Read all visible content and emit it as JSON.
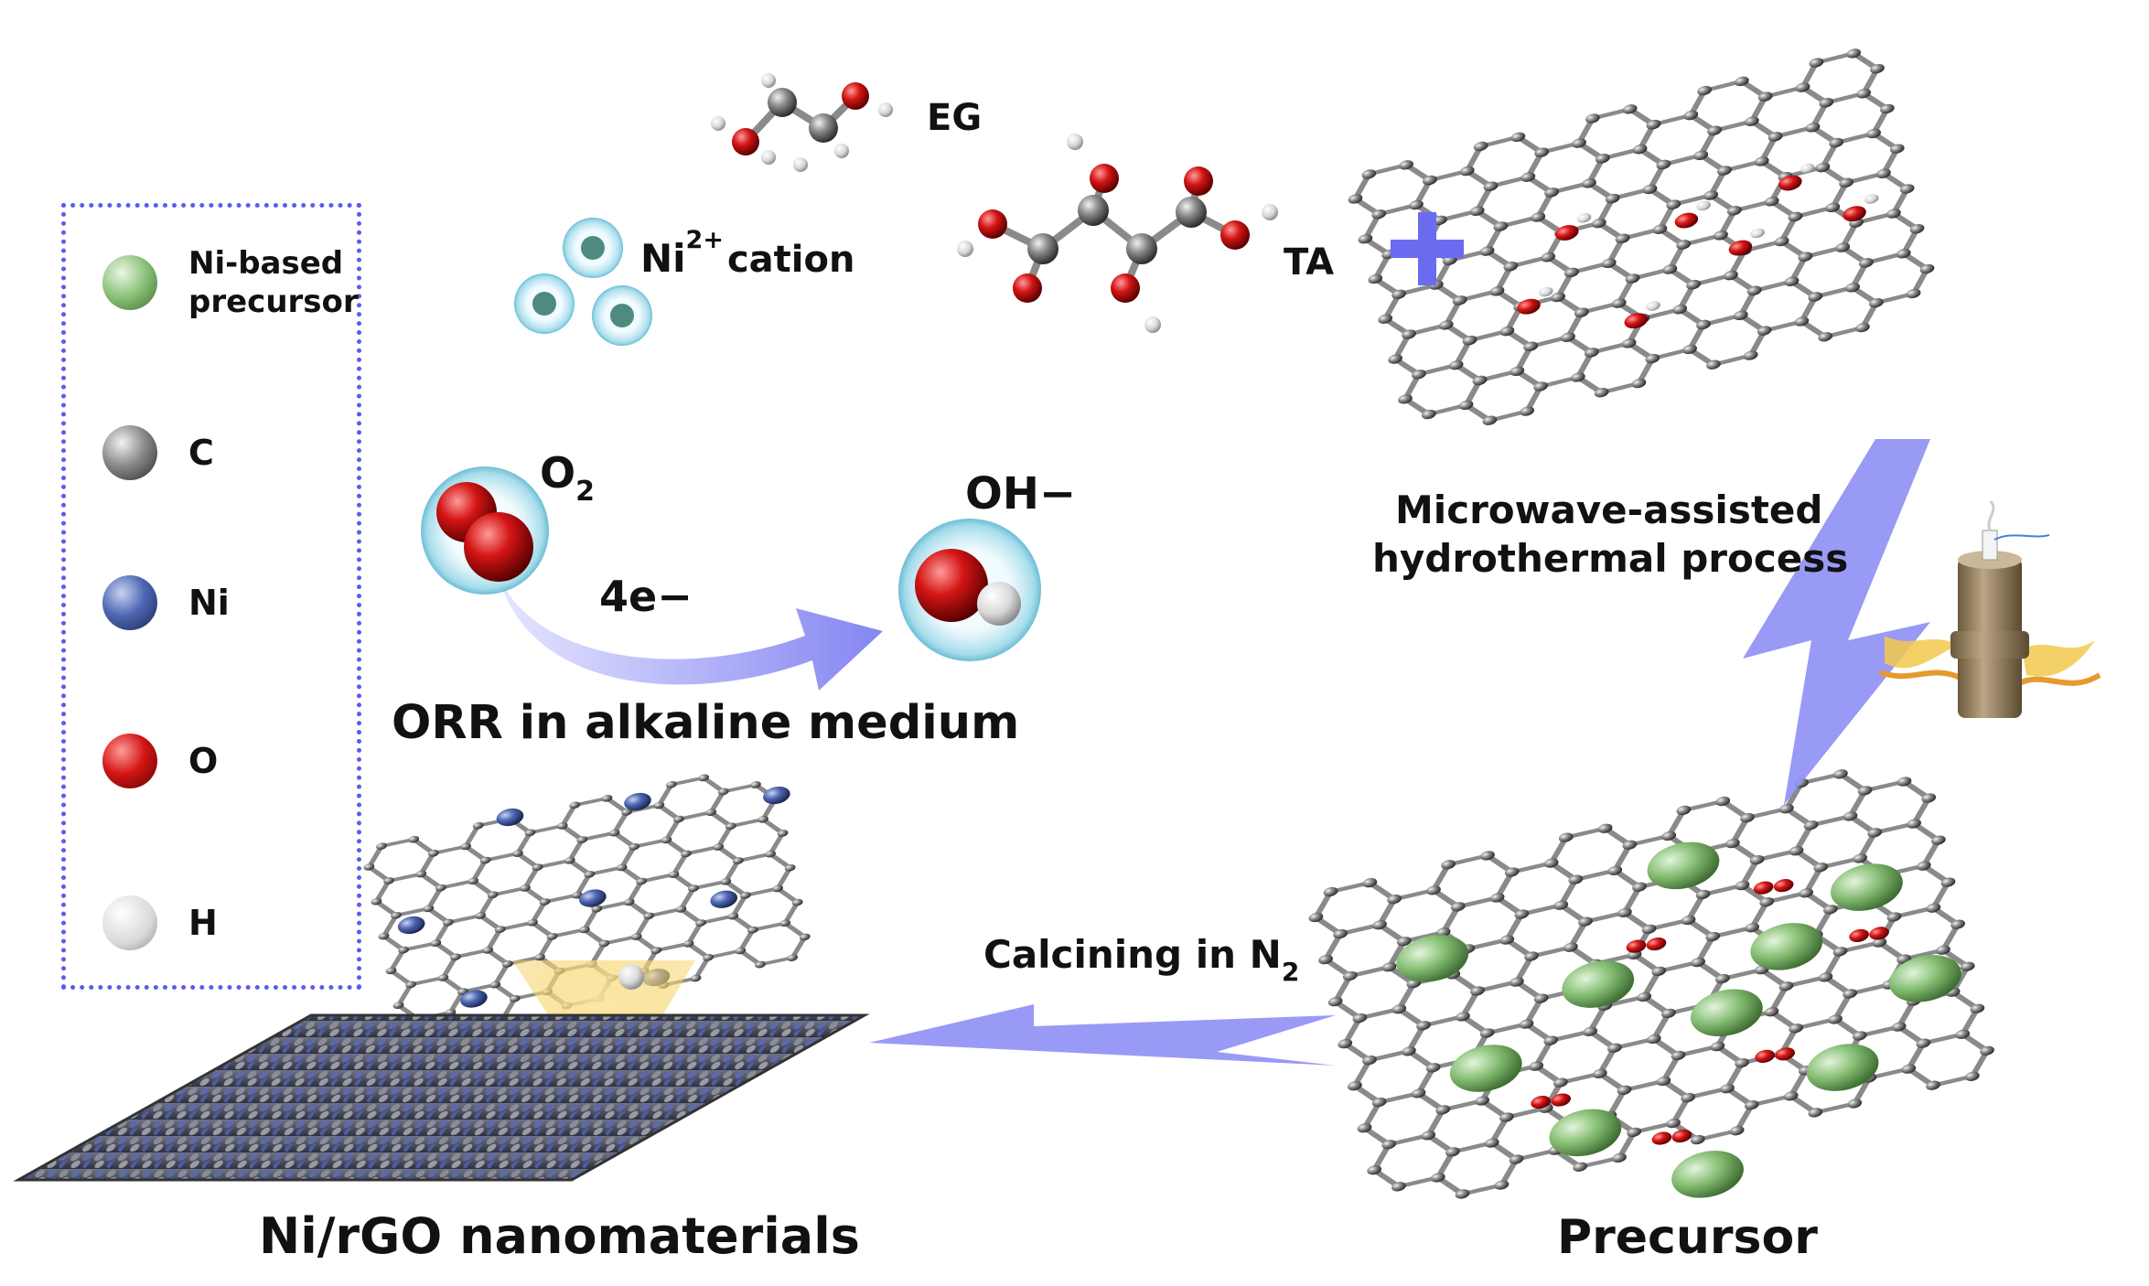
{
  "labels": {
    "eg": "EG",
    "ni": "Ni",
    "ni_charge": "2+",
    "cation": "cation",
    "ta": "TA",
    "plus": "+",
    "o2": "O",
    "o2_sub": "2",
    "oh": "OH−",
    "electrons": "4e−",
    "orr": "ORR in alkaline medium",
    "microwave_line1": "Microwave-assisted",
    "microwave_line2": "hydrothermal process",
    "calcining": "Calcining in N",
    "calcining_sub": "2",
    "precursor": "Precursor",
    "product": "Ni/rGO nanomaterials"
  },
  "legend": [
    {
      "line1": "Ni-based",
      "line2": "precursor",
      "color": "#7fb56c"
    },
    {
      "line1": "C",
      "line2": "",
      "color": "#6b6b6b"
    },
    {
      "line1": "Ni",
      "line2": "",
      "color": "#4a5fa8"
    },
    {
      "line1": "O",
      "line2": "",
      "color": "#c41010"
    },
    {
      "line1": "H",
      "line2": "",
      "color": "#dcdcdc"
    }
  ],
  "colors": {
    "arrow": "#8e8ef5",
    "legend_border": "#5b5bf0",
    "carbon": "#777777",
    "nickel": "#4a5fa8",
    "oxygen": "#c41010",
    "hydrogen": "#dddddd",
    "precursor_ball": "#7fb56c",
    "highlight": "#f5d77a"
  }
}
